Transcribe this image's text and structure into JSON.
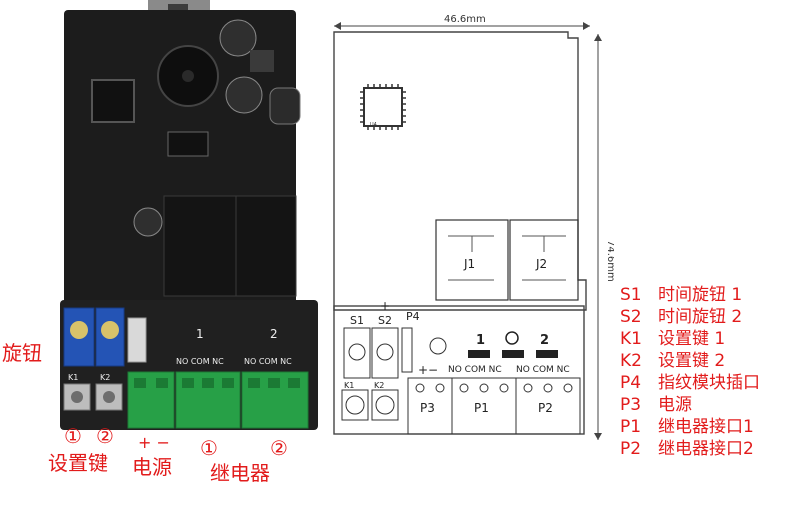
{
  "photo": {
    "label_knob": "旋钮",
    "label_set_key": "设置键",
    "label_power": "电源",
    "label_relay": "继电器",
    "circle_1": "①",
    "circle_2": "②",
    "plus_minus": "+ −",
    "board_relay1": "1",
    "board_relay2": "2",
    "board_nocomnc": "NO COM NC",
    "board_k1": "K1",
    "board_k2": "K2"
  },
  "schematic": {
    "width_dim": "46.6mm",
    "height_dim": "74.6mm",
    "u4": "U4",
    "j1": "J1",
    "j2": "J2",
    "s1": "S1",
    "s2": "S2",
    "p4": "P4",
    "plus": "+",
    "minus": "−",
    "relay1": "1",
    "relay2": "2",
    "no_com_nc": "NO COM NC",
    "k1": "K1",
    "k2": "K2",
    "p3": "P3",
    "p1": "P1",
    "p2": "P2"
  },
  "legend": [
    {
      "key": "S1",
      "text": "时间旋钮 1"
    },
    {
      "key": "S2",
      "text": "时间旋钮 2"
    },
    {
      "key": "K1",
      "text": "设置键 1"
    },
    {
      "key": "K2",
      "text": "设置键 2"
    },
    {
      "key": "P4",
      "text": "指纹模块插口"
    },
    {
      "key": "P3",
      "text": "电源"
    },
    {
      "key": "P1",
      "text": "继电器接口1"
    },
    {
      "key": "P2",
      "text": "继电器接口2"
    }
  ],
  "colors": {
    "accent": "#e21b1b",
    "pcb": "#1c1c1c",
    "terminal": "#27a047",
    "silk": "#333333"
  }
}
